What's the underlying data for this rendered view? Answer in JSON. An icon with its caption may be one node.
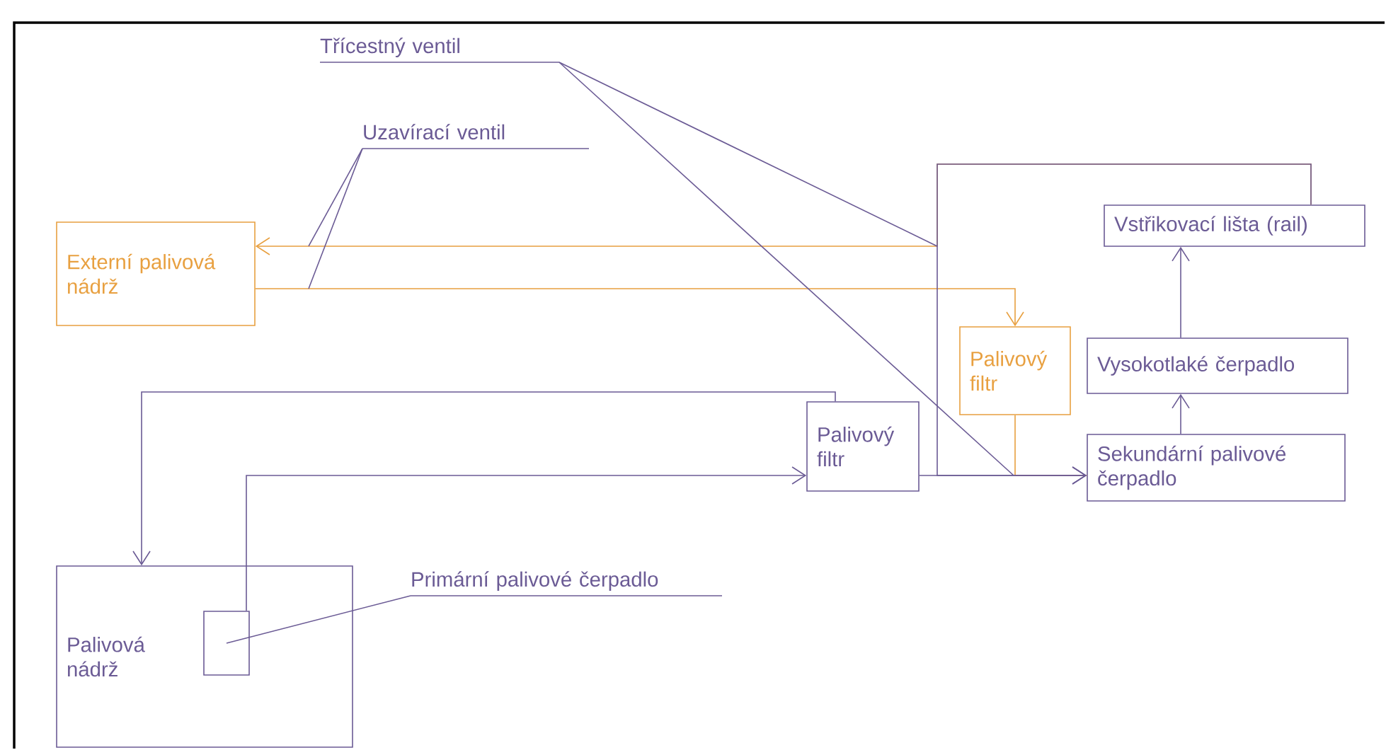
{
  "diagram": {
    "nodes": [
      {
        "text": [
          "Externí palivová nádrž"
        ]
      },
      {
        "text": [
          "Palivová nádrž"
        ]
      },
      {
        "text": [],
        "shape": "box",
        "in": 1
      },
      {
        "text": [
          "Primární palivové čerpadlo"
        ]
      },
      {
        "text": [
          "Třícestný ventil"
        ]
      },
      {
        "text": [
          "Uzavírací ventil"
        ]
      },
      {
        "text": [
          "Palivový filtr"
        ]
      },
      {
        "text": [
          "Palivový filtr"
        ]
      },
      {
        "text": [
          "Vstřikovací lišta (rail)"
        ]
      },
      {
        "text": [
          "Vysokotlaké čerpadlo"
        ]
      },
      {
        "text": [
          "Sekundární palivové čerpadlo"
        ]
      }
    ],
    "edges": [
      {
        "from": 8,
        "to": 10,
        "arrow": "to"
      },
      {
        "from": 8,
        "to": 0,
        "arrow": "to",
        "color": "#e8a040"
      },
      {
        "from": 2,
        "to": 6,
        "arrow": "to"
      },
      {
        "from": 6,
        "to": 1,
        "arrow": "to"
      },
      {
        "from": 6,
        "to": 10,
        "arrow": "to"
      },
      {
        "from": 0,
        "to": 7,
        "arrow": "to",
        "color": "#e8a040"
      },
      {
        "from": 7,
        "to": 10,
        "arrow": "none",
        "color": "#e8a040"
      },
      {
        "from": 10,
        "to": 9,
        "arrow": "to"
      },
      {
        "from": 9,
        "to": 8,
        "arrow": "to"
      },
      {
        "from": 3,
        "to": 2,
        "arrow": "none"
      },
      {
        "from": 4,
        "to": null,
        "arrow": "none"
      },
      {
        "from": 4,
        "to": null,
        "arrow": "none"
      },
      {
        "from": 5,
        "to": null,
        "arrow": "none"
      },
      {
        "from": 5,
        "to": null,
        "arrow": "none"
      }
    ]
  }
}
